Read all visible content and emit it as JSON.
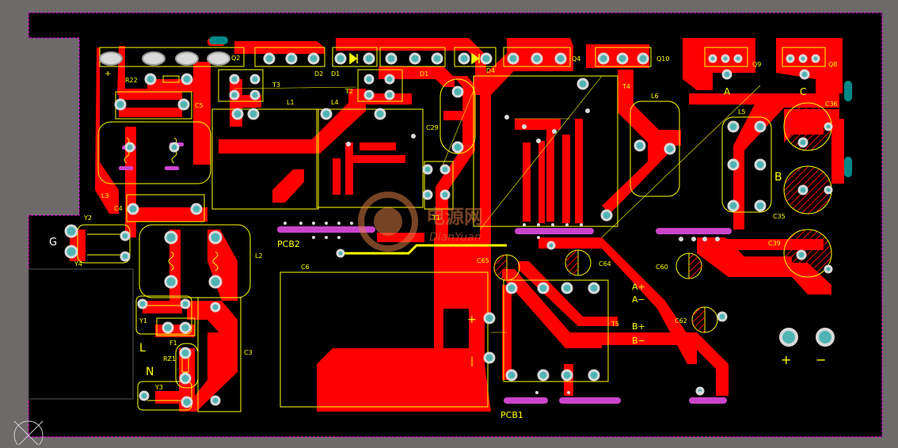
{
  "colors": {
    "background": "#6f6a6a",
    "board": "#000000",
    "copper": "#ff0000",
    "silkscreen": "#ffff00",
    "pad": "#50b4b4",
    "outline": "#ff00ff",
    "via": "#9999cc"
  },
  "silk": {
    "Q2": "Q2",
    "D2": "D2",
    "D1a": "D1",
    "D1b": "D1",
    "D4": "D4",
    "Q4": "Q4",
    "Q10": "Q10",
    "Q9": "Q9",
    "Q8": "Q8",
    "plus_top": "+",
    "R22": "R22",
    "C5": "C5",
    "T3": "T3",
    "T2": "T2",
    "L1": "L1",
    "L4": "L4",
    "C29": "C29",
    "T4": "T4",
    "L6": "L6",
    "A_top": "A",
    "C_top": "C",
    "L5": "L5",
    "C36": "C36",
    "B": "B",
    "C35": "C35",
    "L3": "L3",
    "C4": "C4",
    "T1": "T1",
    "Y2": "Y2",
    "Y4": "Y4",
    "G": "G",
    "PCB2": "PCB2",
    "L2": "L2",
    "C6": "C6",
    "C65": "C65",
    "C64": "C64",
    "C60": "C60",
    "C39": "C39",
    "Y1": "Y1",
    "L": "L",
    "F1": "F1",
    "N": "N",
    "RZ1": "RZ1",
    "Y3": "Y3",
    "C3": "C3",
    "A_plus": "A+",
    "A_minus": "A−",
    "B_plus": "B+",
    "B_minus": "B−",
    "T5": "T5",
    "C62": "C62",
    "plus_bottom": "+",
    "minus_bottom": "−",
    "plus_mid": "+",
    "minus_mid": "|",
    "PCB1": "PCB1"
  },
  "watermark": {
    "cn_text": "电源网",
    "pinyin_text": "DianYuan"
  }
}
